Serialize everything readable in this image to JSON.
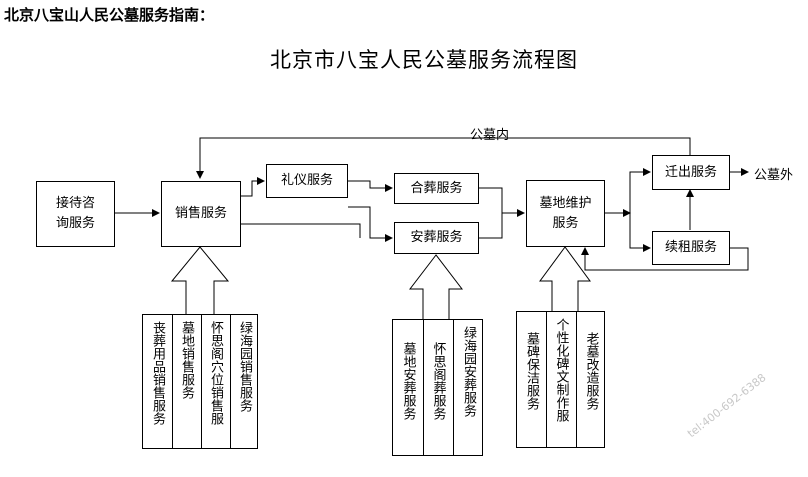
{
  "heading": "北京八宝山人民公墓服务指南：",
  "title": "北京市八宝人民公墓服务流程图",
  "boxes": {
    "reception": "接待咨询服务",
    "sales": "销售服务",
    "etiquette": "礼仪服务",
    "joint_burial": "合葬服务",
    "burial": "安葬服务",
    "maintenance": "墓地维护服务",
    "relocation": "迁出服务",
    "renewal": "续租服务"
  },
  "labels": {
    "inside": "公墓内",
    "outside": "公墓外"
  },
  "sales_services": [
    "丧葬用品销售服务",
    "墓地销售服务",
    "怀思阁穴位销售服",
    "绿海园销售服务"
  ],
  "burial_services": [
    "墓地安葬服务",
    "怀思阁葬服务",
    "绿海园安葬服务"
  ],
  "maintenance_services": [
    "墓碑保洁服务",
    "个性化碑文制作服",
    "老墓改造服务"
  ],
  "watermark": "tel:400-692-6388"
}
